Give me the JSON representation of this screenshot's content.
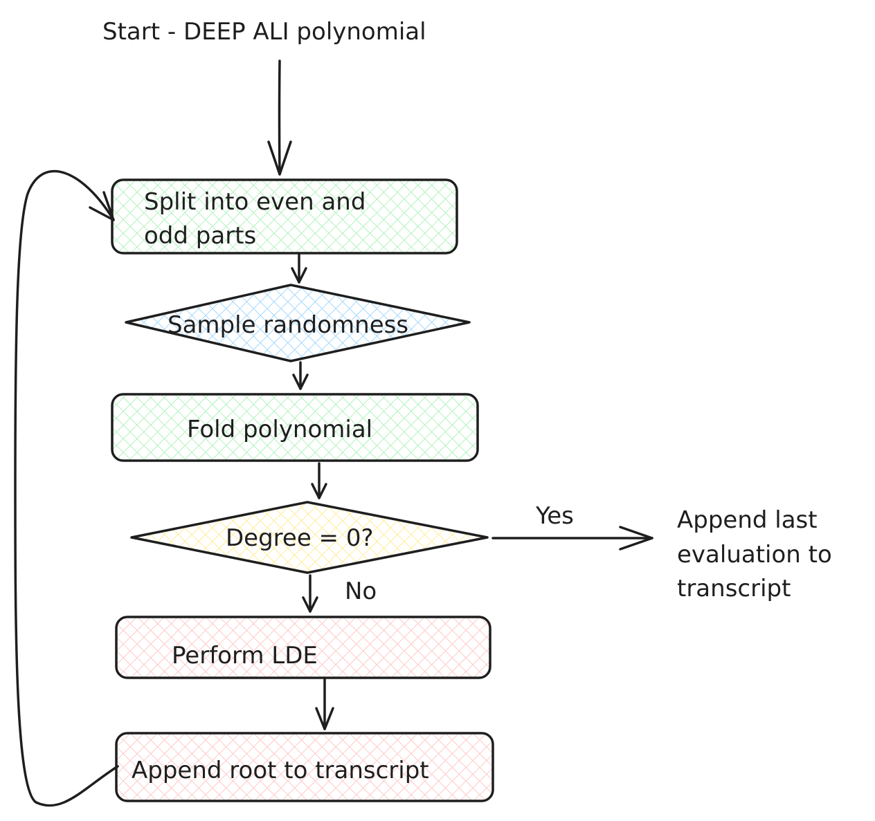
{
  "diagram": {
    "start_label": "Start - DEEP ALI polynomial",
    "nodes": {
      "split": {
        "line1": "Split into even and",
        "line2": "odd parts",
        "color": "#b2f2bb"
      },
      "sample": {
        "label": "Sample randomness",
        "color": "#a5d8ff"
      },
      "fold": {
        "label": "Fold polynomial",
        "color": "#b2f2bb"
      },
      "degree": {
        "label": "Degree = 0?",
        "color": "#ffec99"
      },
      "lde": {
        "label": "Perform LDE",
        "color": "#ffc9c9"
      },
      "append_root": {
        "label": "Append root to transcript",
        "color": "#ffc9c9"
      }
    },
    "edges": {
      "yes_label": "Yes",
      "no_label": "No"
    },
    "end": {
      "line1": "Append last",
      "line2": "evaluation to",
      "line3": "transcript"
    },
    "colors": {
      "stroke": "#1e1e1e",
      "green_hatch": "#b2f2bb",
      "blue_hatch": "#a5d8ff",
      "yellow_hatch": "#ffec99",
      "red_hatch": "#ffc9c9"
    }
  }
}
